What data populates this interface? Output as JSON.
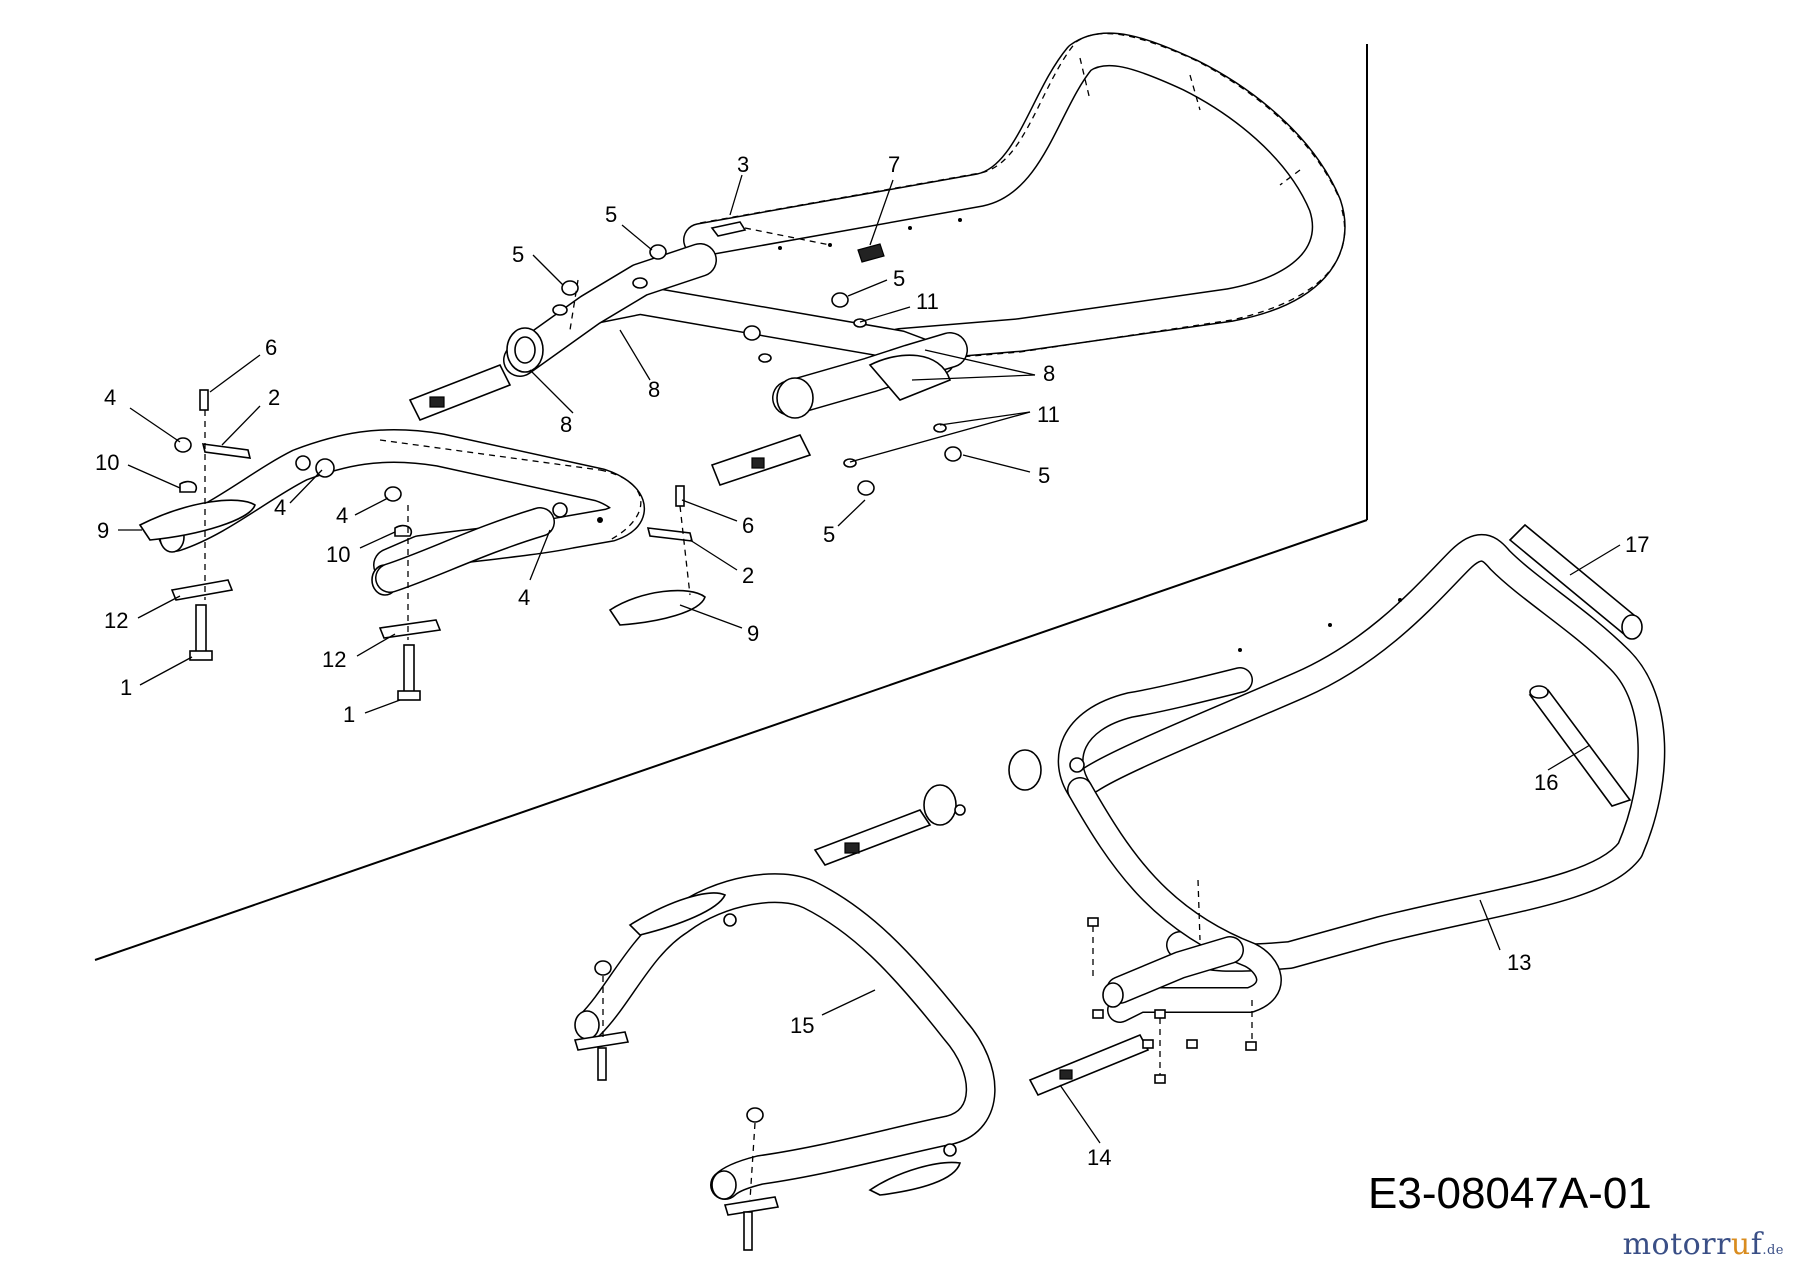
{
  "diagram_code": "E3-08047A-01",
  "watermark": {
    "left": "motor",
    "accent": "u",
    "right": "f",
    "suffix": ".de",
    "pre": "r"
  },
  "callouts": [
    {
      "id": "c1a",
      "text": "1"
    },
    {
      "id": "c1b",
      "text": "1"
    },
    {
      "id": "c2a",
      "text": "2"
    },
    {
      "id": "c2b",
      "text": "2"
    },
    {
      "id": "c3",
      "text": "3"
    },
    {
      "id": "c4a",
      "text": "4"
    },
    {
      "id": "c4b",
      "text": "4"
    },
    {
      "id": "c4c",
      "text": "4"
    },
    {
      "id": "c4d",
      "text": "4"
    },
    {
      "id": "c5a",
      "text": "5"
    },
    {
      "id": "c5b",
      "text": "5"
    },
    {
      "id": "c5c",
      "text": "5"
    },
    {
      "id": "c5d",
      "text": "5"
    },
    {
      "id": "c5e",
      "text": "5"
    },
    {
      "id": "c6a",
      "text": "6"
    },
    {
      "id": "c6b",
      "text": "6"
    },
    {
      "id": "c7",
      "text": "7"
    },
    {
      "id": "c8a",
      "text": "8"
    },
    {
      "id": "c8b",
      "text": "8"
    },
    {
      "id": "c8c",
      "text": "8"
    },
    {
      "id": "c9a",
      "text": "9"
    },
    {
      "id": "c9b",
      "text": "9"
    },
    {
      "id": "c10a",
      "text": "10"
    },
    {
      "id": "c10b",
      "text": "10"
    },
    {
      "id": "c11a",
      "text": "11"
    },
    {
      "id": "c11b",
      "text": "11"
    },
    {
      "id": "c12a",
      "text": "12"
    },
    {
      "id": "c12b",
      "text": "12"
    },
    {
      "id": "c13",
      "text": "13"
    },
    {
      "id": "c14",
      "text": "14"
    },
    {
      "id": "c15",
      "text": "15"
    },
    {
      "id": "c16",
      "text": "16"
    },
    {
      "id": "c17",
      "text": "17"
    }
  ]
}
